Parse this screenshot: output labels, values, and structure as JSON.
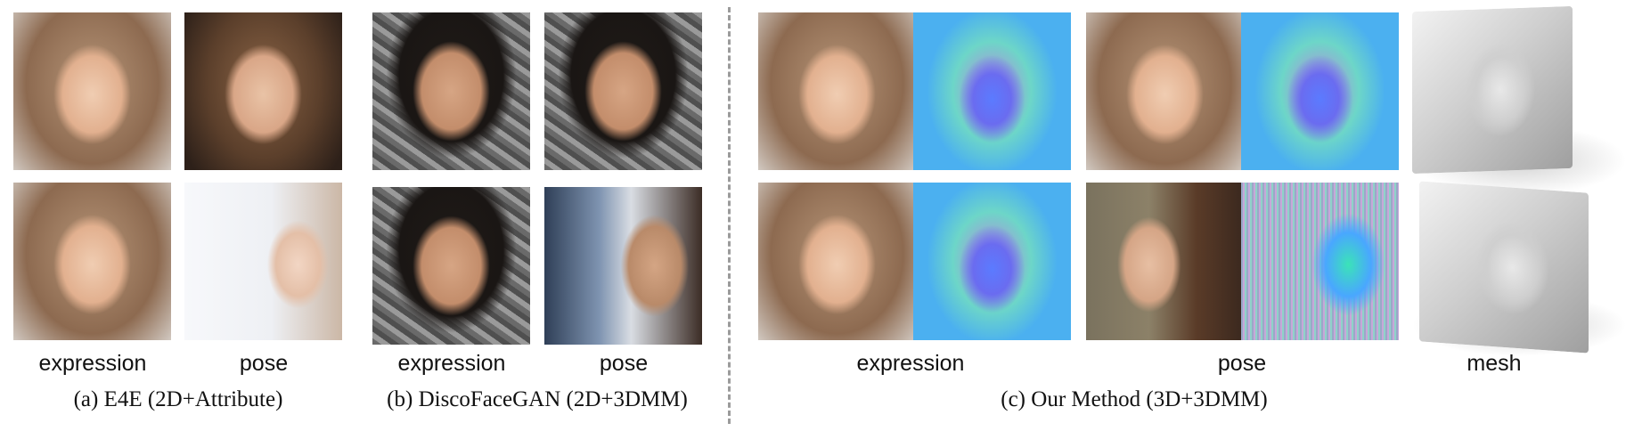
{
  "labels": {
    "e4e_expression": "expression",
    "e4e_pose": "pose",
    "disco_expression": "expression",
    "disco_pose": "pose",
    "ours_expression": "expression",
    "ours_pose": "pose",
    "ours_mesh": "mesh"
  },
  "captions": {
    "a": "(a) E4E (2D+Attribute)",
    "b": "(b) DiscoFaceGAN (2D+3DMM)",
    "c": "(c) Our Method (3D+3DMM)"
  }
}
